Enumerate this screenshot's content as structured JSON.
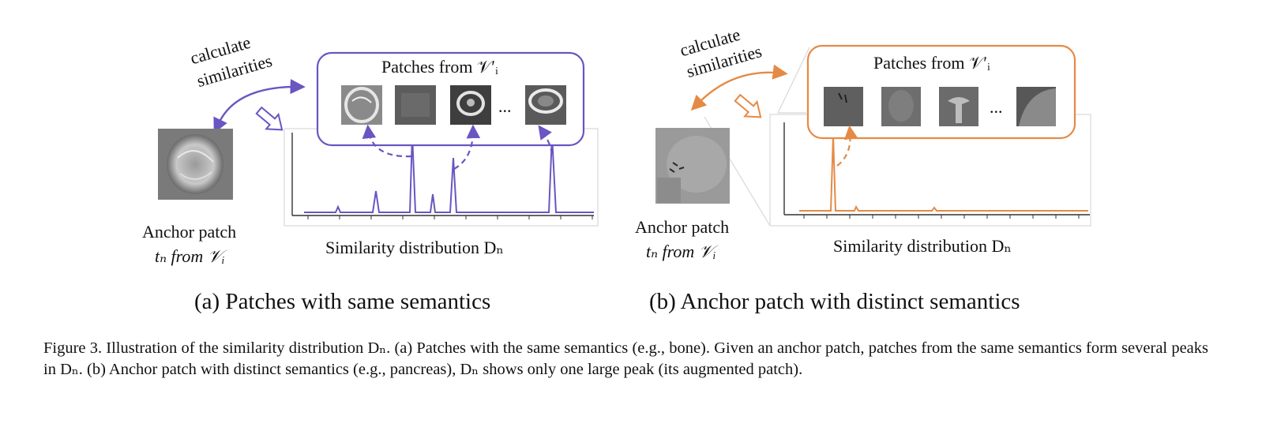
{
  "panel_a": {
    "title": "(a) Patches with same semantics",
    "action_label_1": "calculate",
    "action_label_2": "similarities",
    "box_title": "Patches from 𝒱′ᵢ",
    "ellipsis": "...",
    "anchor_line1": "Anchor patch",
    "anchor_line2": "tₙ from  𝒱ᵢ",
    "dist_label": "Similarity distribution Dₙ",
    "color": "#6a55c2"
  },
  "panel_b": {
    "title": "(b) Anchor patch with distinct semantics",
    "action_label_1": "calculate",
    "action_label_2": "similarities",
    "box_title": "Patches from 𝒱′ᵢ",
    "ellipsis": "...",
    "anchor_line1": "Anchor patch",
    "anchor_line2": "tₙ from  𝒱ᵢ",
    "dist_label": "Similarity distribution Dₙ",
    "color": "#e58a45"
  },
  "caption": {
    "text": "Figure 3. Illustration of the similarity distribution Dₙ. (a) Patches with the same semantics (e.g., bone). Given an anchor patch, patches from the same semantics form several peaks in Dₙ. (b) Anchor patch with distinct semantics (e.g., pancreas), Dₙ shows only one large peak (its augmented patch)."
  }
}
